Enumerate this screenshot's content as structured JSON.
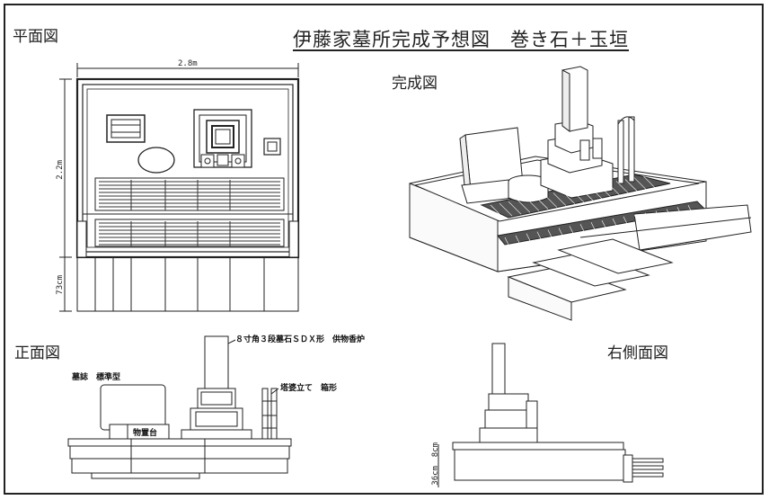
{
  "title": "伊藤家墓所完成予想図　巻き石＋玉垣",
  "sections": {
    "plan": "平面図",
    "perspective": "完成図",
    "front": "正面図",
    "side": "右側面図"
  },
  "dimensions": {
    "width": "2.8m",
    "depth": "2.2m",
    "steps_depth": "73cm",
    "side_top": "8cm",
    "side_base": "36cm"
  },
  "notes": {
    "tombstone": "８寸角３段墓石ＳＤＸ形　供物香炉",
    "epitaph": "墓誌　標準型",
    "stupa": "塔婆立て　箱形",
    "storage": "物置台"
  }
}
